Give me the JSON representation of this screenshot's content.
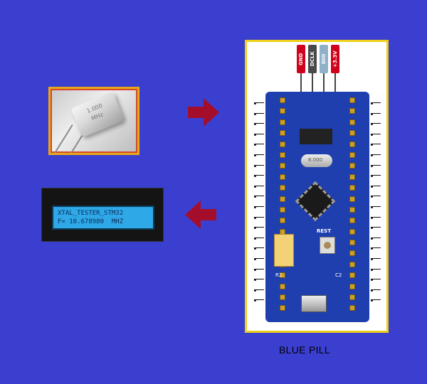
{
  "crystal": {
    "marking_line1": "1.000",
    "marking_line2": "MHz"
  },
  "lcd": {
    "line1": "XTAL_TESTER_STM32",
    "line2": "F= 10.678980  MHZ"
  },
  "board": {
    "caption": "BLUE PILL",
    "swd_pins": [
      "GND",
      "DCLK",
      "DIO",
      "+3.3V"
    ],
    "swd_colors": [
      "#d0021b",
      "#4a4a4a",
      "#8fb0c8",
      "#d0021b"
    ],
    "reset_label": "REST",
    "r2_label": "R2",
    "c2_label": "C2",
    "xtal_marking": "8.000"
  },
  "arrows": {
    "color": "#a40e2a"
  }
}
